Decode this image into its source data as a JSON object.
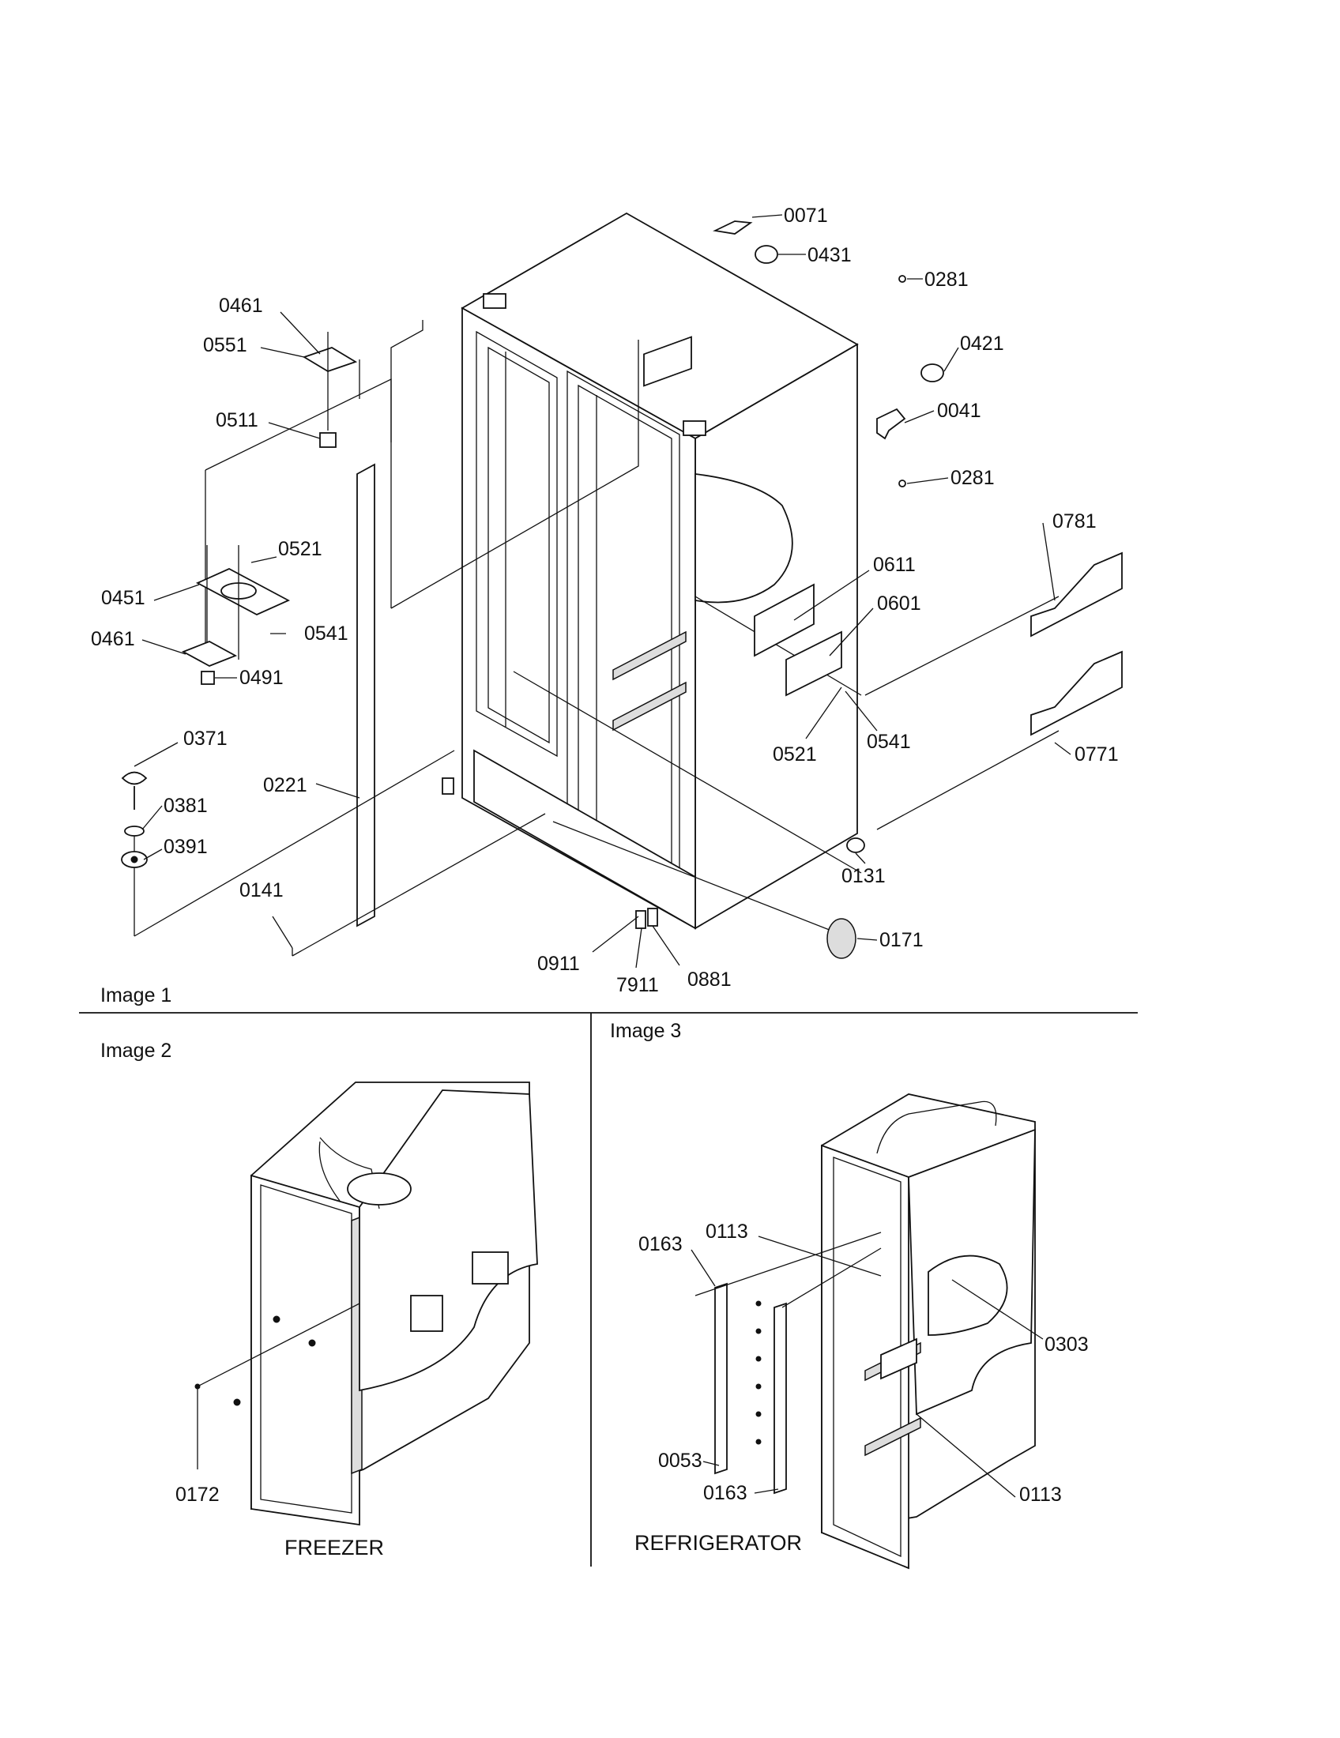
{
  "sections": {
    "image1": "Image 1",
    "image2": "Image 2",
    "image3": "Image 3"
  },
  "captions": {
    "freezer": "FREEZER",
    "refrigerator": "REFRIGERATOR"
  },
  "callouts": {
    "c0071": "0071",
    "c0431": "0431",
    "c0281a": "0281",
    "c0421": "0421",
    "c0041": "0041",
    "c0281b": "0281",
    "c0461a": "0461",
    "c0551": "0551",
    "c0511": "0511",
    "c0521a": "0521",
    "c0451": "0451",
    "c0541a": "0541",
    "c0461b": "0461",
    "c0491": "0491",
    "c0781": "0781",
    "c0611": "0611",
    "c0601": "0601",
    "c0521b": "0521",
    "c0541b": "0541",
    "c0771": "0771",
    "c0371": "0371",
    "c0381": "0381",
    "c0391": "0391",
    "c0221": "0221",
    "c0141": "0141",
    "c0131": "0131",
    "c0171": "0171",
    "c0911": "0911",
    "c7911": "7911",
    "c0881": "0881",
    "c0172": "0172",
    "c0163a": "0163",
    "c0113a": "0113",
    "c0303": "0303",
    "c0053": "0053",
    "c0163b": "0163",
    "c0113b": "0113"
  }
}
